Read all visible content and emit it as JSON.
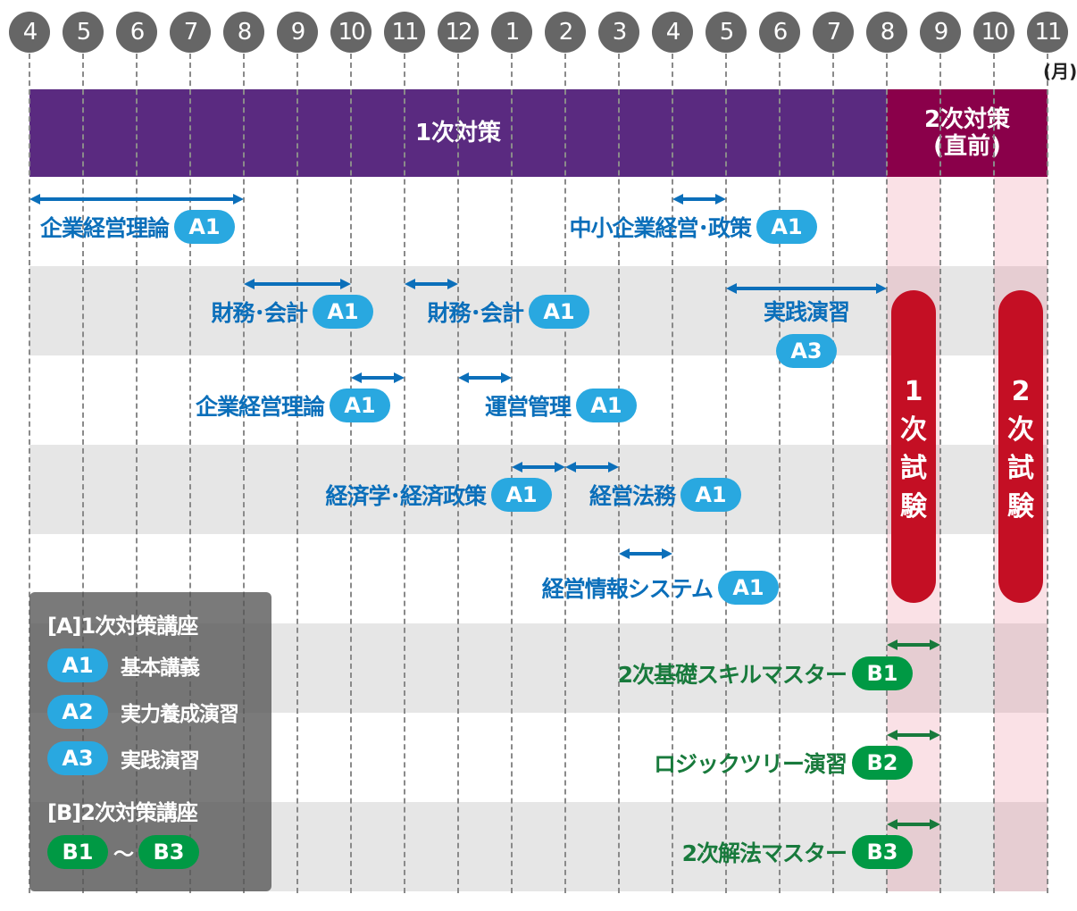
{
  "months": [
    "4",
    "5",
    "6",
    "7",
    "8",
    "9",
    "10",
    "11",
    "12",
    "1",
    "2",
    "3",
    "4",
    "5",
    "6",
    "7",
    "8",
    "9",
    "10",
    "11"
  ],
  "month_unit": "(月)",
  "phases": {
    "first": "1次対策",
    "second_line1": "2次対策",
    "second_line2": "(直前)"
  },
  "colors": {
    "purple": "#5a2a80",
    "crimson": "#8a004a",
    "blue_text": "#0b6fba",
    "green_text": "#187a3c",
    "pill_blue": "#29a8e0",
    "pill_green": "#009944",
    "exam_red": "#c40f24"
  },
  "courses": [
    {
      "name": "企業経営理論",
      "badge": "A1",
      "start": 0,
      "end": 4
    },
    {
      "name": "中小企業経営･政策",
      "badge": "A1",
      "start": 12,
      "end": 13
    },
    {
      "name": "財務･会計",
      "badge": "A1",
      "start": 4,
      "end": 6
    },
    {
      "name": "財務･会計",
      "badge": "A1",
      "start": 7,
      "end": 8
    },
    {
      "name": "実践演習",
      "badge": "A3",
      "start": 13,
      "end": 16
    },
    {
      "name": "企業経営理論",
      "badge": "A1",
      "start": 6,
      "end": 7
    },
    {
      "name": "運営管理",
      "badge": "A1",
      "start": 8,
      "end": 9
    },
    {
      "name": "経済学･経済政策",
      "badge": "A1",
      "start": 9,
      "end": 10
    },
    {
      "name": "経営法務",
      "badge": "A1",
      "start": 10,
      "end": 11
    },
    {
      "name": "経営情報システム",
      "badge": "A1",
      "start": 11,
      "end": 12
    },
    {
      "name": "2次基礎スキルマスター",
      "badge": "B1",
      "start": 16,
      "end": 17
    },
    {
      "name": "ロジックツリー演習",
      "badge": "B2",
      "start": 16,
      "end": 17
    },
    {
      "name": "2次解法マスター",
      "badge": "B3",
      "start": 16,
      "end": 17
    }
  ],
  "exams": [
    {
      "chars": [
        "1",
        "次",
        "試",
        "験"
      ]
    },
    {
      "chars": [
        "2",
        "次",
        "試",
        "験"
      ]
    }
  ],
  "legend": {
    "a_title": "[A]1次対策講座",
    "a_items": [
      {
        "badge": "A1",
        "label": "基本講義"
      },
      {
        "badge": "A2",
        "label": "実力養成演習"
      },
      {
        "badge": "A3",
        "label": "実践演習"
      }
    ],
    "b_title": "[B]2次対策講座",
    "b_from": "B1",
    "tilde": "～",
    "b_to": "B3"
  }
}
